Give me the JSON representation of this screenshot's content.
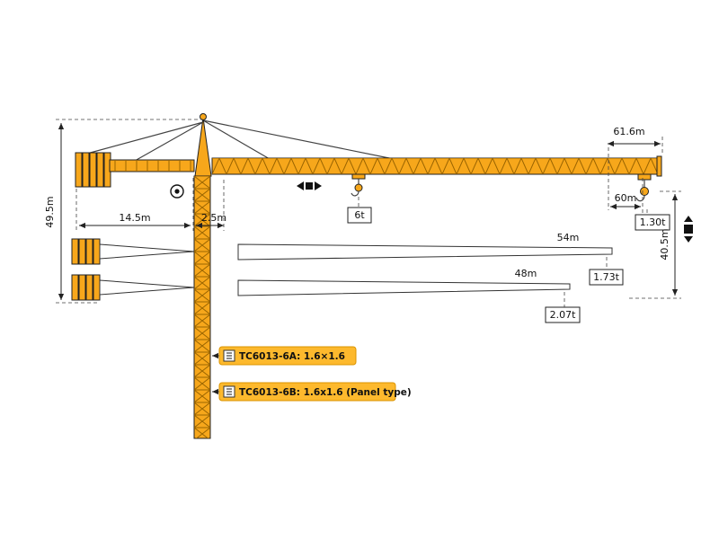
{
  "diagram": {
    "dims": {
      "total_height": "49.5m",
      "counter_jib_length": "14.5m",
      "rear_offset": "2.5m",
      "max_jib_length": "61.6m",
      "max_radius": "60m",
      "right_height": "40.5m"
    },
    "loads": {
      "mid_load": "6t",
      "tip_load_61_6": "1.30t"
    },
    "jib_variants": [
      {
        "length": "54m",
        "tip_load": "1.73t"
      },
      {
        "length": "48m",
        "tip_load": "2.07t"
      }
    ],
    "mast_sections": [
      {
        "label": "TC6013-6A: 1.6×1.6"
      },
      {
        "label": "TC6013-6B: 1.6x1.6 (Panel type)"
      }
    ],
    "colors": {
      "crane_yellow": "#F7A71B",
      "crane_yellow_dark": "#9A6400",
      "label_box": "#FDB92D",
      "line": "#222222"
    }
  }
}
